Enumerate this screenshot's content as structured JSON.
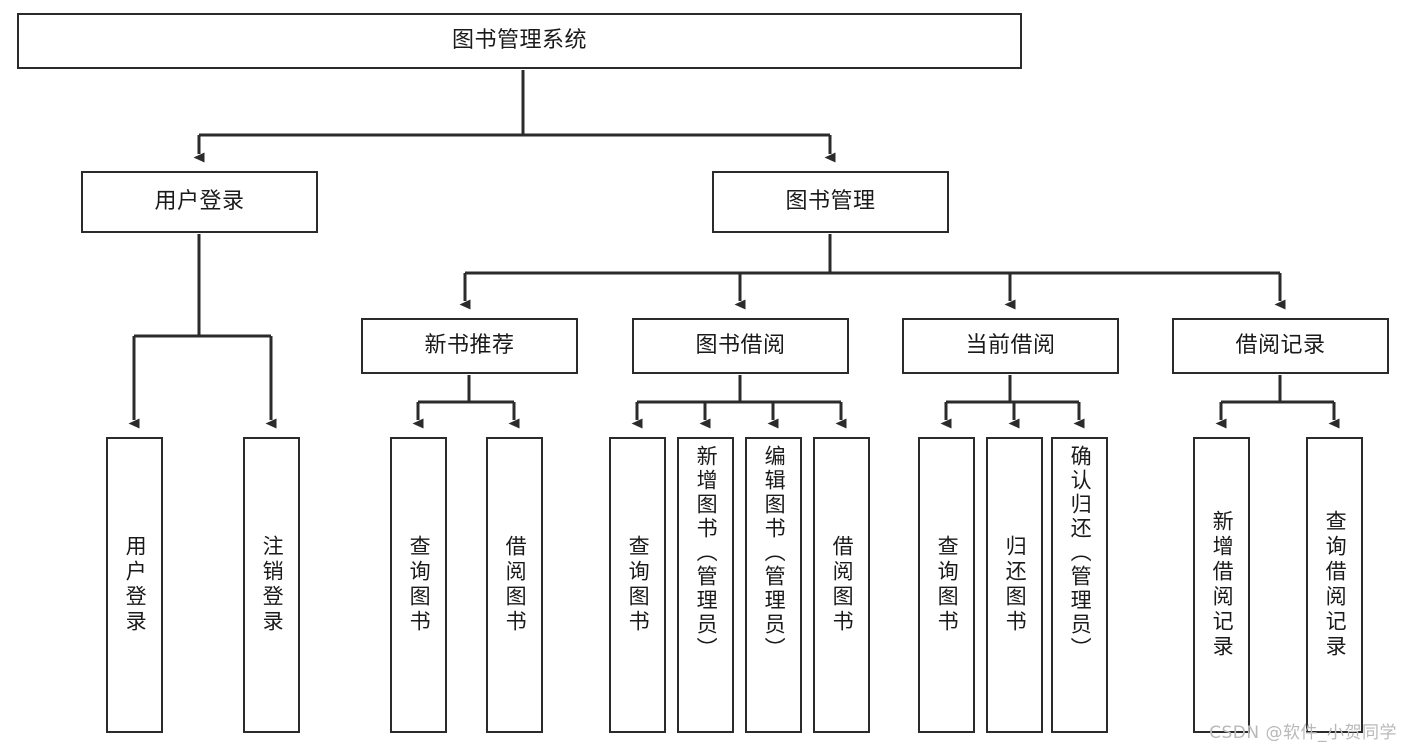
{
  "diagram": {
    "title": "图书管理系统",
    "type": "tree",
    "watermark": "CSDN @软件_小贺同学",
    "colors": {
      "box_border": "#2b2b2b",
      "box_fill": "#ffffff",
      "connector": "#2b2b2b",
      "text": "#1a1a1a",
      "watermark": "#b9b9b9",
      "background": "#ffffff"
    },
    "nodes": {
      "root": {
        "label": "图书管理系统"
      },
      "level1": [
        {
          "id": "user-login",
          "label": "用户登录"
        },
        {
          "id": "book-manage",
          "label": "图书管理"
        }
      ],
      "level2": [
        {
          "id": "new-book-recommend",
          "label": "新书推荐",
          "parent": "book-manage"
        },
        {
          "id": "book-borrow",
          "label": "图书借阅",
          "parent": "book-manage"
        },
        {
          "id": "current-borrow",
          "label": "当前借阅",
          "parent": "book-manage"
        },
        {
          "id": "borrow-record",
          "label": "借阅记录",
          "parent": "book-manage"
        }
      ],
      "leaves": {
        "user-login": [
          {
            "id": "leaf-user-login",
            "label": "用户登录"
          },
          {
            "id": "leaf-user-logout",
            "label": "注销登录"
          }
        ],
        "new-book-recommend": [
          {
            "id": "leaf-query-book-1",
            "label": "查询图书"
          },
          {
            "id": "leaf-borrow-book-1",
            "label": "借阅图书"
          }
        ],
        "book-borrow": [
          {
            "id": "leaf-query-book-2",
            "label": "查询图书"
          },
          {
            "id": "leaf-add-book",
            "label": "新增图书（管理员）"
          },
          {
            "id": "leaf-edit-book",
            "label": "编辑图书（管理员）"
          },
          {
            "id": "leaf-borrow-book-2",
            "label": "借阅图书"
          }
        ],
        "current-borrow": [
          {
            "id": "leaf-query-book-3",
            "label": "查询图书"
          },
          {
            "id": "leaf-return-book",
            "label": "归还图书"
          },
          {
            "id": "leaf-confirm-return",
            "label": "确认归还（管理员）"
          }
        ],
        "borrow-record": [
          {
            "id": "leaf-add-record",
            "label": "新增借阅记录"
          },
          {
            "id": "leaf-query-record",
            "label": "查询借阅记录"
          }
        ]
      }
    }
  }
}
